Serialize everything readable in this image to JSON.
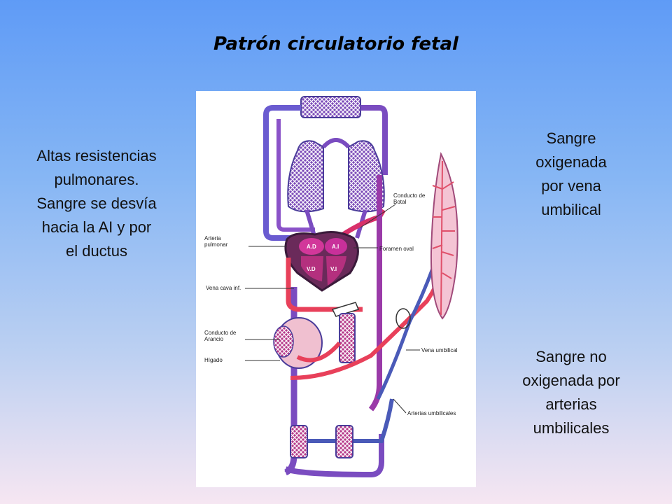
{
  "title": "Patrón circulatorio fetal",
  "left_text": [
    "Altas resistencias",
    "pulmonares.",
    "Sangre se desvía",
    "hacia la AI y por",
    "el ductus"
  ],
  "right_top_text": [
    "Sangre",
    "oxigenada",
    "por vena",
    "umbilical"
  ],
  "right_bottom_text": [
    "Sangre no",
    "oxigenada por",
    "arterias",
    "umbilicales"
  ],
  "diagram": {
    "labels": {
      "conducto_botal": [
        "Conducto de",
        "Botal"
      ],
      "arteria_pulmonar": [
        "Arteria",
        "pulmonar"
      ],
      "foramen_oval": "Foramen oval",
      "vena_cava_inf": "Vena cava inf.",
      "conducto_arancio": [
        "Conducto de",
        "Arancio"
      ],
      "higado": "Hígado",
      "vena_umbilical": "Vena umbilical",
      "arterias_umbilicales": "Arterias umbilicales"
    },
    "chambers": {
      "ad": "A.D",
      "ai": "A.I",
      "vd": "V.D",
      "vi": "V.I"
    }
  },
  "colors": {
    "vessel_mixed": "#7a4cc0",
    "vessel_venous": "#6a5bd0",
    "vessel_oxygenated": "#e8405a",
    "vessel_arterial": "#d8306a",
    "organ_fill": "#b63a8a",
    "heart": "#8a3278"
  }
}
